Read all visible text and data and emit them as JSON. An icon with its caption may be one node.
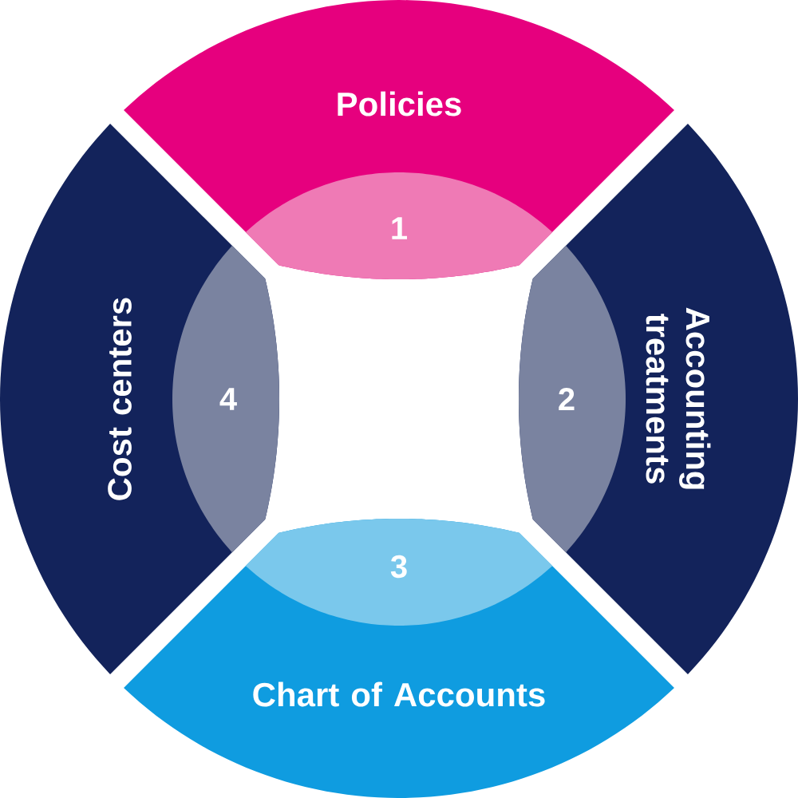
{
  "diagram": {
    "nodes": [
      {
        "text": [
          "Policies"
        ]
      },
      {
        "text": [
          "1"
        ],
        "in": 0
      },
      {
        "text": [
          "Accounting treatments"
        ]
      },
      {
        "text": [
          "2"
        ],
        "in": 2
      },
      {
        "text": [
          "Chart of Accounts"
        ]
      },
      {
        "text": [
          "3"
        ],
        "in": 4
      },
      {
        "text": [
          "Cost centers"
        ]
      },
      {
        "text": [
          "4"
        ],
        "in": 6
      }
    ]
  }
}
